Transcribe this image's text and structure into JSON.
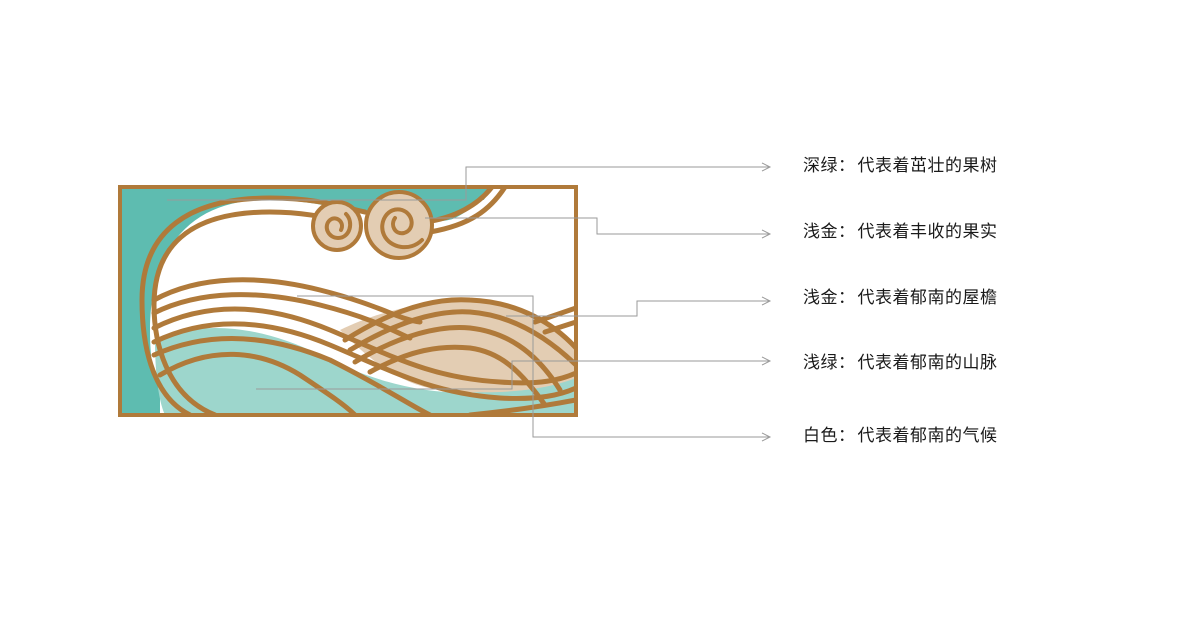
{
  "diagram": {
    "colors": {
      "border_gold": "#b07a3a",
      "dark_teal": "#5ebcb0",
      "light_teal": "#9dd6cc",
      "light_gold": "#e3cdb3",
      "white": "#ffffff",
      "callout_line": "#9a9a9a"
    },
    "labels": [
      {
        "color_name": "深绿",
        "separator": "：",
        "meaning": "代表着茁壮的果树"
      },
      {
        "color_name": "浅金",
        "separator": "：",
        "meaning": "代表着丰收的果实"
      },
      {
        "color_name": "浅金",
        "separator": "：",
        "meaning": "代表着郁南的屋檐"
      },
      {
        "color_name": "浅绿",
        "separator": "：",
        "meaning": "代表着郁南的山脉"
      },
      {
        "color_name": "白色",
        "separator": "：",
        "meaning": "代表着郁南的气候"
      }
    ]
  }
}
